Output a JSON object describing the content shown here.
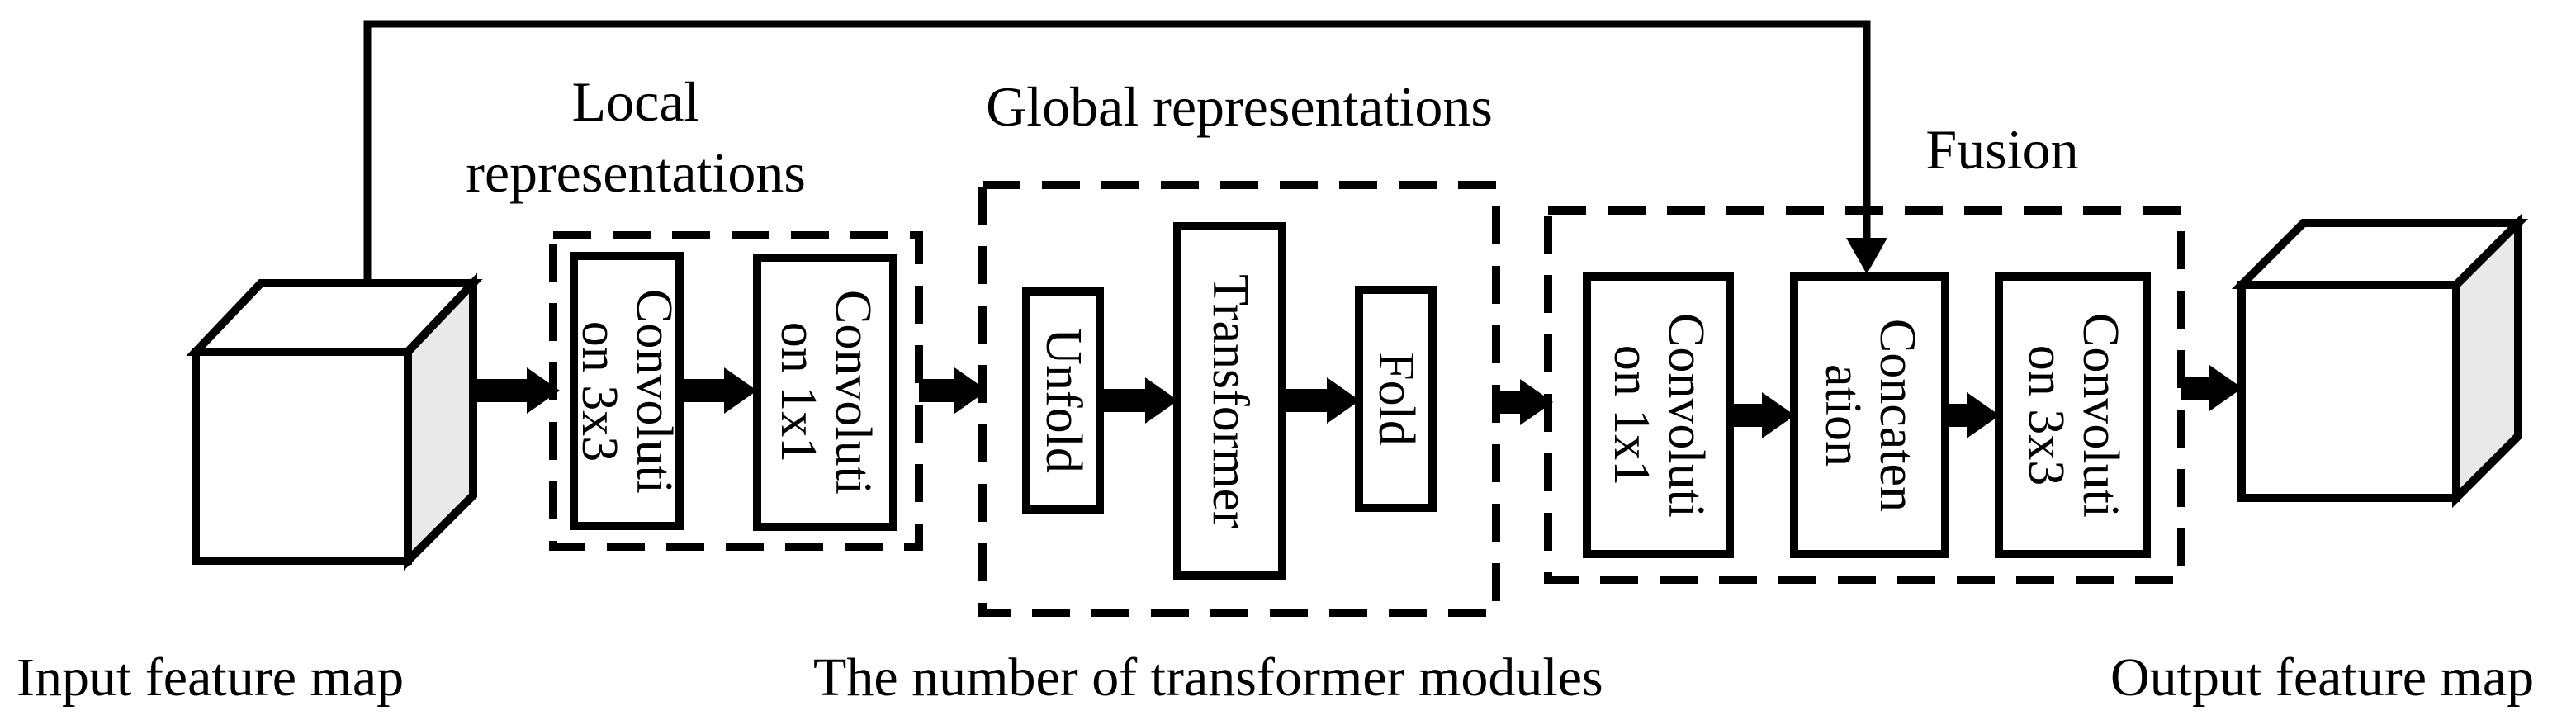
{
  "colors": {
    "ink": "#000000",
    "background": "#ffffff",
    "cube_side": "#e9e9e9"
  },
  "sections": {
    "local": {
      "label_lines": [
        "Local",
        "representations"
      ],
      "boxes": [
        {
          "lines": [
            "Convoluti",
            "on 3x3"
          ]
        },
        {
          "lines": [
            "Convoluti",
            "on 1x1"
          ]
        }
      ]
    },
    "global": {
      "label": "Global representations",
      "boxes": [
        {
          "lines": [
            "Unfold"
          ]
        },
        {
          "lines": [
            "Transformer"
          ]
        },
        {
          "lines": [
            "Fold"
          ]
        }
      ]
    },
    "fusion": {
      "label": "Fusion",
      "boxes": [
        {
          "lines": [
            "Convoluti",
            "on 1x1"
          ]
        },
        {
          "lines": [
            "Concaten",
            "ation"
          ]
        },
        {
          "lines": [
            "Convoluti",
            "on 3x3"
          ]
        }
      ]
    }
  },
  "captions": {
    "input": "Input feature map",
    "middle": "The number of transformer modules",
    "output": "Output feature map"
  }
}
